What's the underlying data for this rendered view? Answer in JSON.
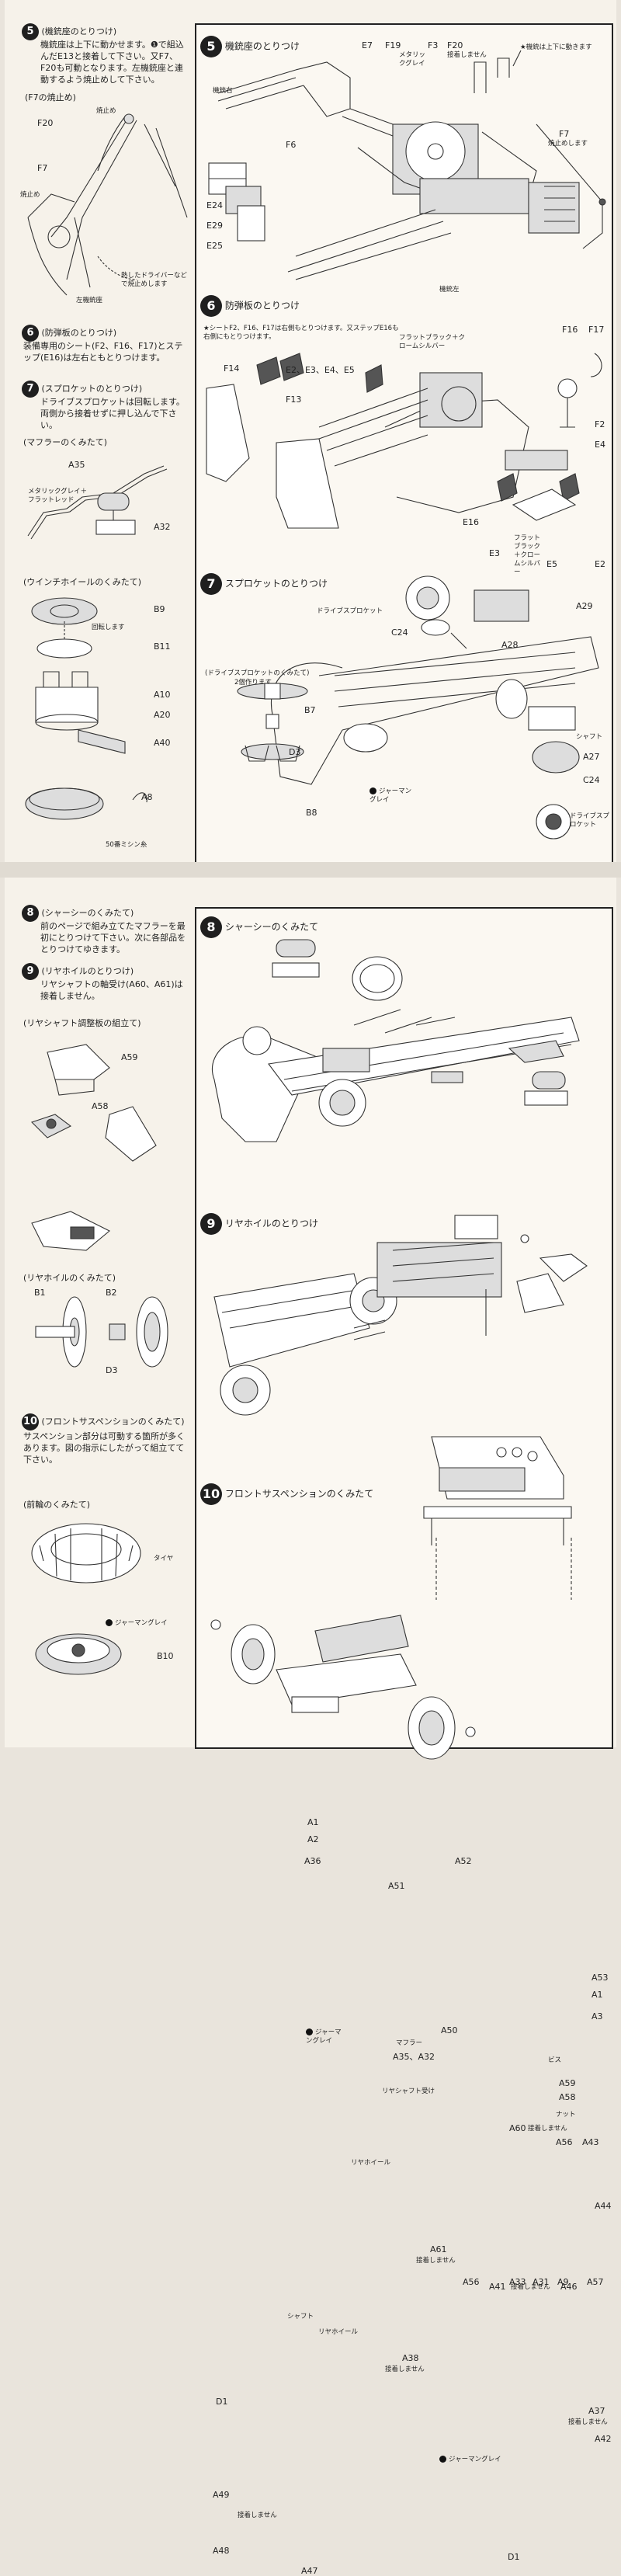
{
  "page_top": {
    "left": {
      "s5_title": "(機銃座のとりつけ)",
      "s5_text": "機銃座は上下に動かせます。❶で組込んだE13と接着して下さい。又F7、F20も可動となります。左機銃座と連動するよう焼止めして下さい。",
      "f7_title": "(F7の焼止め)",
      "f7_labels": {
        "yakidome1": "焼止め",
        "f20": "F20",
        "f7": "F7",
        "yakidome2": "焼止め",
        "driver_note": "熱したドライバーなどで焼止めします",
        "left_gun": "左機銃座"
      },
      "s6_title": "(防弾板のとりつけ)",
      "s6_text": "装備専用のシート(F2、F16、F17)とステップ(E16)は左右ともとりつけます。",
      "s7_title": "(スプロケットのとりつけ)",
      "s7_text": "ドライブスプロケットは回転します。両側から接着せずに押し込んで下さい。",
      "muffler_title": "(マフラーのくみたて)",
      "muffler_labels": {
        "a35": "A35",
        "color": "メタリックグレイ＋フラットレッド",
        "a32": "A32"
      },
      "winch_title": "(ウインチホイールのくみたて)",
      "winch_labels": {
        "b9": "B9",
        "rotate": "回転します",
        "b11": "B11",
        "a10": "A10",
        "a20": "A20",
        "a40": "A40",
        "a8": "A8",
        "thread": "50番ミシン糸"
      }
    },
    "step5": {
      "number": "5",
      "title": "機銃座のとりつけ",
      "note": "★機銃は上下に動きます",
      "labels": {
        "e7": "E7",
        "f19": "F19",
        "f3": "F3",
        "f20": "F20",
        "metal": "メタリックグレイ",
        "noglue": "接着しません",
        "gun_right": "機銃右",
        "f6": "F6",
        "f7": "F7",
        "f7_note": "焼止めします",
        "e24": "E24",
        "e29": "E29",
        "e25": "E25",
        "gun_left": "機銃左"
      }
    },
    "step6": {
      "number": "6",
      "title": "防弾板のとりつけ",
      "note": "★シートF2、F16、F17は右側もとりつけます。又ステップE16も右側にもとりつけます。",
      "labels": {
        "f14": "F14",
        "e2345": "E2、E3、E4、E5",
        "flat_black": "フラットブラック＋クロームシルバー",
        "f16": "F16",
        "f17": "F17",
        "f13": "F13",
        "f2": "F2",
        "e4": "E4",
        "e16": "E16",
        "e3": "E3",
        "e5": "E5",
        "e2": "E2",
        "fb2": "フラットブラック＋クロームシルバー"
      }
    },
    "step7": {
      "number": "7",
      "title": "スプロケットのとりつけ",
      "sub": "(ドライブスプロケットのくみたて)",
      "sub2": "2個作ります",
      "labels": {
        "drive": "ドライブスプロケット",
        "c24": "C24",
        "a28": "A28",
        "a29": "A29",
        "b7": "B7",
        "d3": "D3",
        "b8": "B8",
        "german": "ジャーマングレイ",
        "shaft": "シャフト",
        "a27": "A27",
        "c24b": "C24",
        "drive2": "ドライブスプロケット"
      }
    }
  },
  "page_bottom": {
    "left": {
      "s8_title": "(シャーシーのくみたて)",
      "s8_text": "前のページで組み立てたマフラーを最初にとりつけて下さい。次に各部品をとりつけてゆきます。",
      "s9_title": "(リヤホイルのとりつけ)",
      "s9_text": "リヤシャフトの軸受け(A60、A61)は接着しません。",
      "adj_title": "(リヤシャフト調整板の組立て)",
      "adj_labels": {
        "a59": "A59",
        "a58": "A58"
      },
      "wheel_title": "(リヤホイルのくみたて)",
      "wheel_labels": {
        "b1": "B1",
        "b2": "B2",
        "d3": "D3"
      },
      "s10_title": "(フロントサスペンションのくみたて)",
      "s10_text": "サスペンション部分は可動する箇所が多くあります。図の指示にしたがって組立てて下さい。",
      "front_title": "(前輪のくみたて)",
      "front_labels": {
        "tire": "タイヤ",
        "german": "ジャーマングレイ",
        "b10": "B10"
      }
    },
    "step8": {
      "number": "8",
      "title": "シャーシーのくみたて",
      "labels": {
        "a1": "A1",
        "a2": "A2",
        "a36": "A36",
        "a52": "A52",
        "a51": "A51",
        "a53": "A53",
        "a1b": "A1",
        "a3": "A3",
        "german": "ジャーマングレイ",
        "a50": "A50",
        "muffler": "マフラー",
        "a35a32": "A35、A32"
      }
    },
    "step9": {
      "number": "9",
      "title": "リヤホイルのとりつけ",
      "labels": {
        "bis": "ビス",
        "rear_shaft_mount": "リヤシャフト受け",
        "a59": "A59",
        "a58": "A58",
        "nut": "ナット",
        "a60": "A60",
        "noglue1": "接着しません",
        "a56": "A56",
        "a43": "A43",
        "rear_wheel": "リヤホイール",
        "a44": "A44",
        "a61": "A61",
        "noglue2": "接着しません",
        "a56b": "A56",
        "a33": "A33",
        "a31": "A31",
        "a9": "A9",
        "a57": "A57",
        "shaft": "シャフト",
        "rear_wheel2": "リヤホイール"
      }
    },
    "step10": {
      "number": "10",
      "title": "フロントサスペンションのくみたて",
      "labels": {
        "a41": "A41",
        "noglue_a41": "接着しません",
        "a46": "A46",
        "a38": "A38",
        "noglue_a38": "接着しません",
        "d1": "D1",
        "a37": "A37",
        "noglue_a37": "接着しません",
        "a42": "A42",
        "german": "ジャーマングレイ",
        "a49": "A49",
        "noglue": "接着しません",
        "a48": "A48",
        "a47": "A47",
        "d1b": "D1"
      }
    }
  }
}
